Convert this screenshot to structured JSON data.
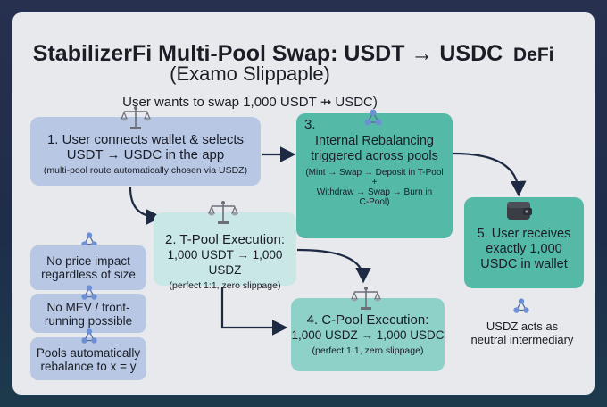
{
  "header": {
    "title": "StabilizerFi Multi-Pool Swap: USDT → USDC",
    "subtitle": "(Examo Slippaple)",
    "badge": "DeFi",
    "note": "User wants to swap 1,000 USDT ⇸ USDC)"
  },
  "steps": {
    "step1": {
      "line1": "1. User connects wallet & selects",
      "line2": "USDT → USDC in the app",
      "detail": "(multi-pool route automatically chosen via USDZ)"
    },
    "step2": {
      "line1": "2. T-Pool Execution:",
      "line2": "1,000 USDT → 1,000 USDZ",
      "detail": "(perfect 1:1, zero slippage)"
    },
    "step3": {
      "number": "3.",
      "line1": "Internal Rebalancing",
      "line2": "triggered across pools",
      "detail1": "(Mint → Swap → Deposit in T-Pool",
      "detail2": "+",
      "detail3": "Withdraw → Swap → Burn in",
      "detail4": "C-Pool)"
    },
    "step4": {
      "line1": "4. C-Pool Execution:",
      "line2": "1,000 USDZ → 1,000 USDC",
      "detail": "(perfect 1:1, zero slippage)"
    },
    "step5": {
      "line1": "5. User receives",
      "line2": "exactly 1,000",
      "line3": "USDC in wallet"
    }
  },
  "benefits": {
    "b1": {
      "line1": "No price impact",
      "line2": "regardless of size"
    },
    "b2": {
      "line1": "No MEV / front-",
      "line2": "running possible"
    },
    "b3": {
      "line1": "Pools automatically",
      "line2": "rebalance to x = y"
    }
  },
  "side_note": {
    "line1": "USDZ acts as",
    "line2": "neutral intermediary"
  },
  "icons": [
    "scale-icon",
    "network-icon",
    "wallet-icon"
  ],
  "colors": {
    "background": "#25304d",
    "panel": "#e7e9ec",
    "box_blue": "#b7c7e4",
    "box_teal": "#55b9a7",
    "box_light_teal": "#c9e7e4",
    "box_mid_teal": "#8dd1c8",
    "arrow": "#1e2a44",
    "network_node": "#6d8fd6"
  }
}
